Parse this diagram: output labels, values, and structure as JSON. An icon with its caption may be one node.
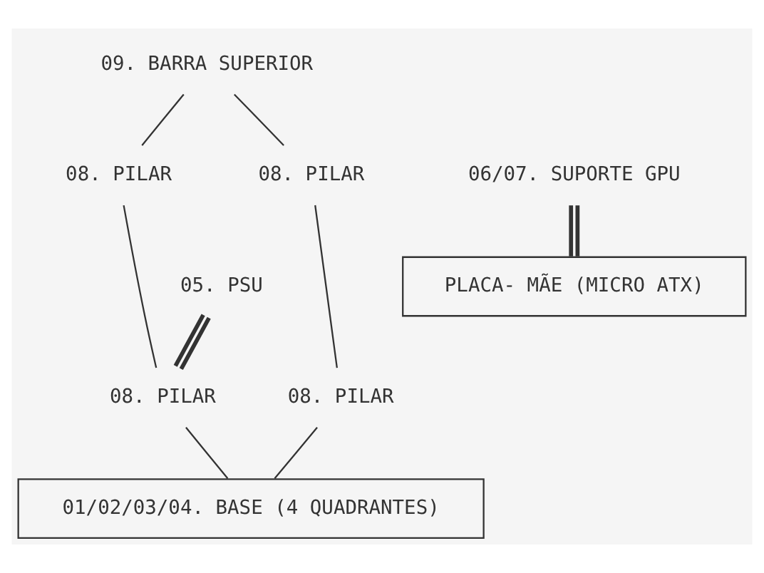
{
  "diagram": {
    "nodes": [
      {
        "text": [
          "09. BARRA SUPERIOR"
        ]
      },
      {
        "text": [
          "08. PILAR"
        ]
      },
      {
        "text": [
          "06/07. SUPORTE GPU"
        ]
      },
      {
        "text": [
          "08. PILAR"
        ]
      },
      {
        "text": [
          "PLACA- MÃE (MICRO ATX)"
        ]
      },
      {
        "text": [
          "05. PSU"
        ]
      },
      {
        "text": [
          "08. PILAR"
        ]
      },
      {
        "text": [
          "08. PILAR"
        ]
      },
      {
        "text": [
          "01/02/03/04. BASE (4 QUADRANTES)"
        ]
      }
    ],
    "edges": [
      {
        "from": 0,
        "to": 1,
        "arrow": "none"
      },
      {
        "from": 0,
        "to": 3,
        "arrow": "none"
      },
      {
        "from": 2,
        "to": 4,
        "arrow": "none",
        "style": "thick"
      },
      {
        "from": 1,
        "to": 6,
        "arrow": "none"
      },
      {
        "from": 3,
        "to": 7,
        "arrow": "none"
      },
      {
        "from": 5,
        "to": 6,
        "arrow": "none",
        "style": "thick"
      },
      {
        "from": 6,
        "to": 8,
        "arrow": "none"
      },
      {
        "from": 7,
        "to": 8,
        "arrow": "none"
      }
    ]
  }
}
